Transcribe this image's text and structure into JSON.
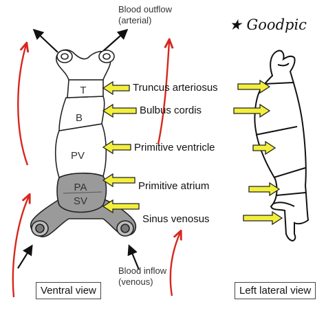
{
  "top_note": {
    "outflow_line1": "Blood outflow",
    "outflow_line2": "(arterial)"
  },
  "handwritten_note": "★ Goodpic",
  "segments": {
    "t": "T",
    "b": "B",
    "pv": "PV",
    "pa": "PA",
    "sv": "SV"
  },
  "labels": [
    "Truncus arteriosus",
    "Bulbus cordis",
    "Primitive ventricle",
    "Primitive atrium",
    "Sinus venosus"
  ],
  "bottom_note": {
    "inflow_line1": "Blood inflow",
    "inflow_line2": "(venous)"
  },
  "views": {
    "ventral": "Ventral view",
    "lateral": "Left lateral view"
  },
  "colors": {
    "arrow_fill": "#f2ef3c",
    "red_annotation": "#d7261e",
    "gray_chamber": "#9a9a9a",
    "outline": "#222222"
  }
}
